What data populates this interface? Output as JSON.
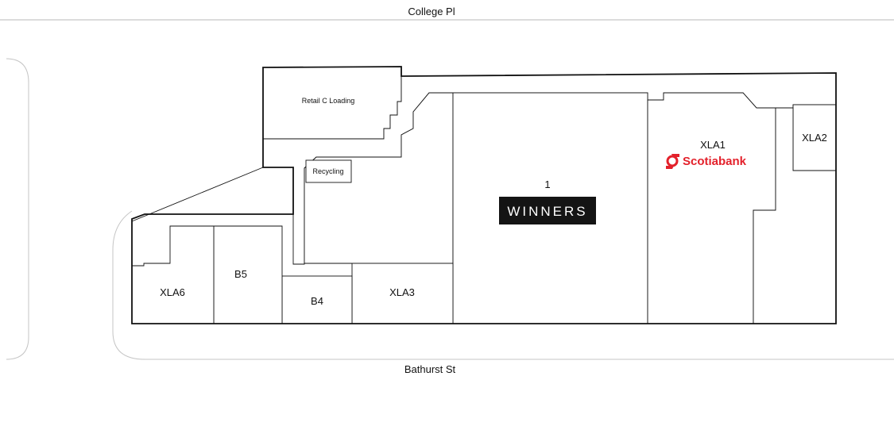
{
  "streets": {
    "north": "College Pl",
    "south": "Bathurst St"
  },
  "units": {
    "retail_c_loading": "Retail C Loading",
    "recycling": "Recycling",
    "unit_1": "1",
    "xla1": "XLA1",
    "xla2": "XLA2",
    "xla3": "XLA3",
    "xla6": "XLA6",
    "b4": "B4",
    "b5": "B5"
  },
  "tenants": {
    "winners": {
      "name": "WINNERS",
      "bg_color": "#141414",
      "text_color": "#ffffff"
    },
    "scotiabank": {
      "name": "Scotiabank",
      "color": "#e3212b"
    }
  }
}
